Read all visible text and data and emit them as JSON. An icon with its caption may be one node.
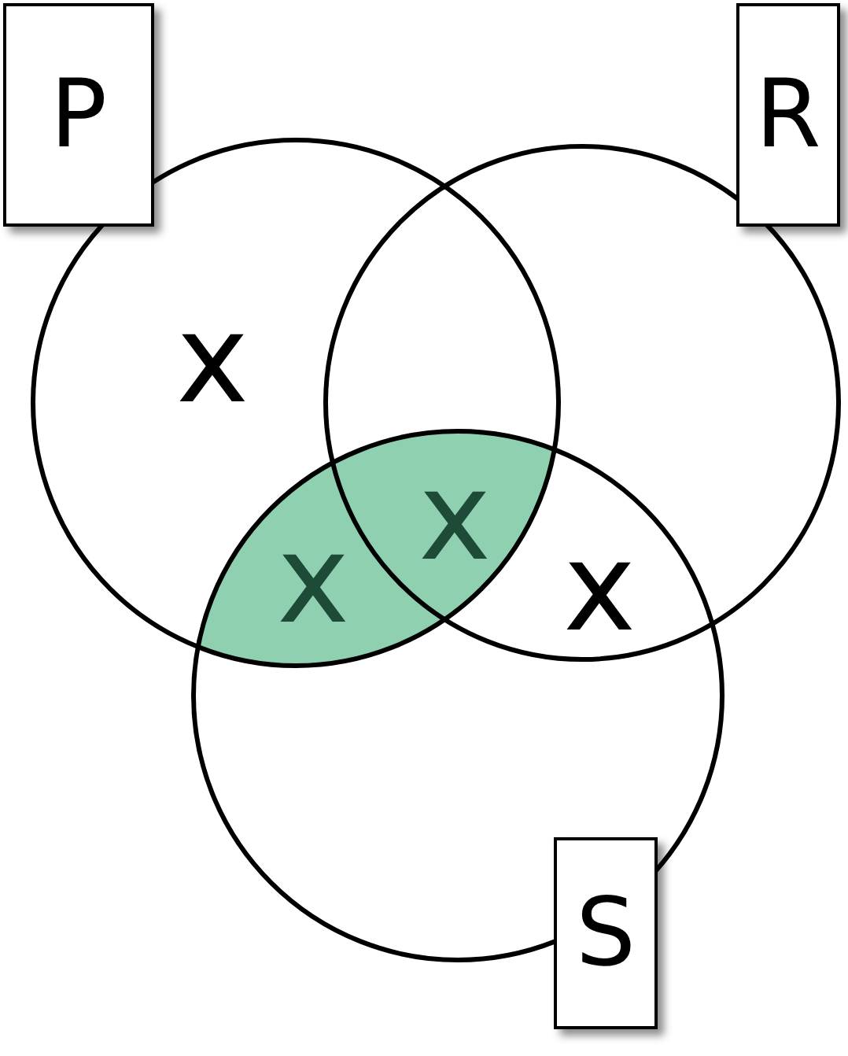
{
  "diagram": {
    "nodes": [
      {
        "text": [
          "P"
        ]
      },
      {
        "text": [
          "R"
        ]
      },
      {
        "text": [
          "S"
        ]
      },
      {
        "text": [],
        "shape": "circle"
      },
      {
        "text": [],
        "shape": "circle"
      },
      {
        "text": [],
        "shape": "circle"
      },
      {
        "text": [],
        "shape": "lens"
      }
    ],
    "edges": [],
    "labels": [
      "x",
      "x",
      "x",
      "x"
    ]
  }
}
